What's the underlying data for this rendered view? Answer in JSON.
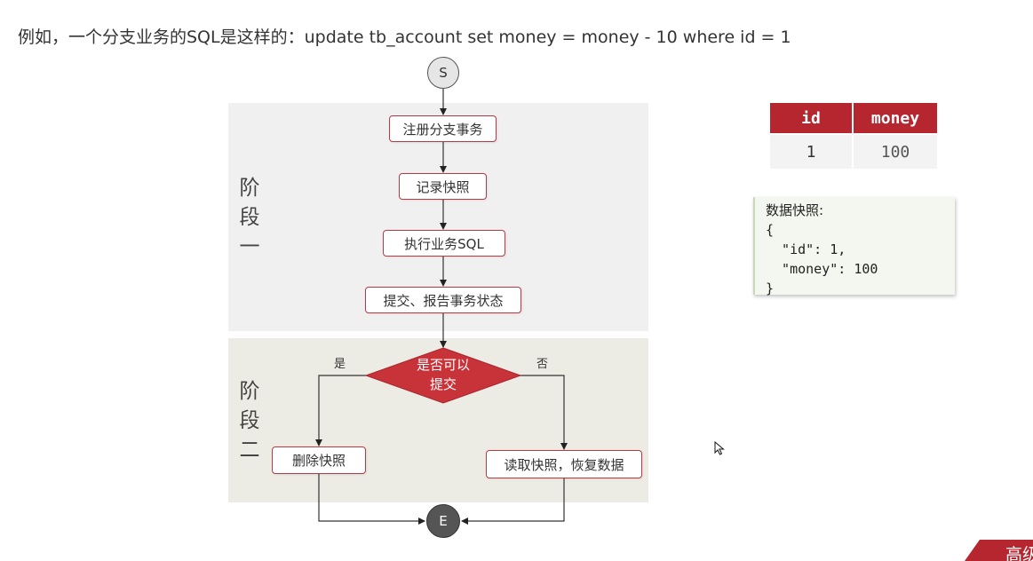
{
  "headline": "例如，一个分支业务的SQL是这样的：update tb_account set money = money - 10 where id = 1",
  "stages": {
    "one": [
      "阶",
      "段",
      "一"
    ],
    "two": [
      "阶",
      "段",
      "二"
    ]
  },
  "flow": {
    "start": "S",
    "end": "E",
    "register": "注册分支事务",
    "snapshot": "记录快照",
    "execute": "执行业务SQL",
    "commit_report": "提交、报告事务状态",
    "decision": [
      "是否可以",
      "提交"
    ],
    "yes": "是",
    "no": "否",
    "delete_snapshot": "删除快照",
    "restore": "读取快照，恢复数据"
  },
  "table": {
    "headers": [
      "id",
      "money"
    ],
    "rows": [
      [
        "1",
        "100"
      ]
    ]
  },
  "data_snapshot": {
    "title": "数据快照:",
    "lines": [
      "{",
      "  \"id\": 1,",
      "  \"money\": 100",
      "}"
    ]
  },
  "corner_badge": "高级",
  "colors": {
    "accent": "#b6262f",
    "diamond": "#c8333a",
    "node_border": "#b33b45"
  }
}
